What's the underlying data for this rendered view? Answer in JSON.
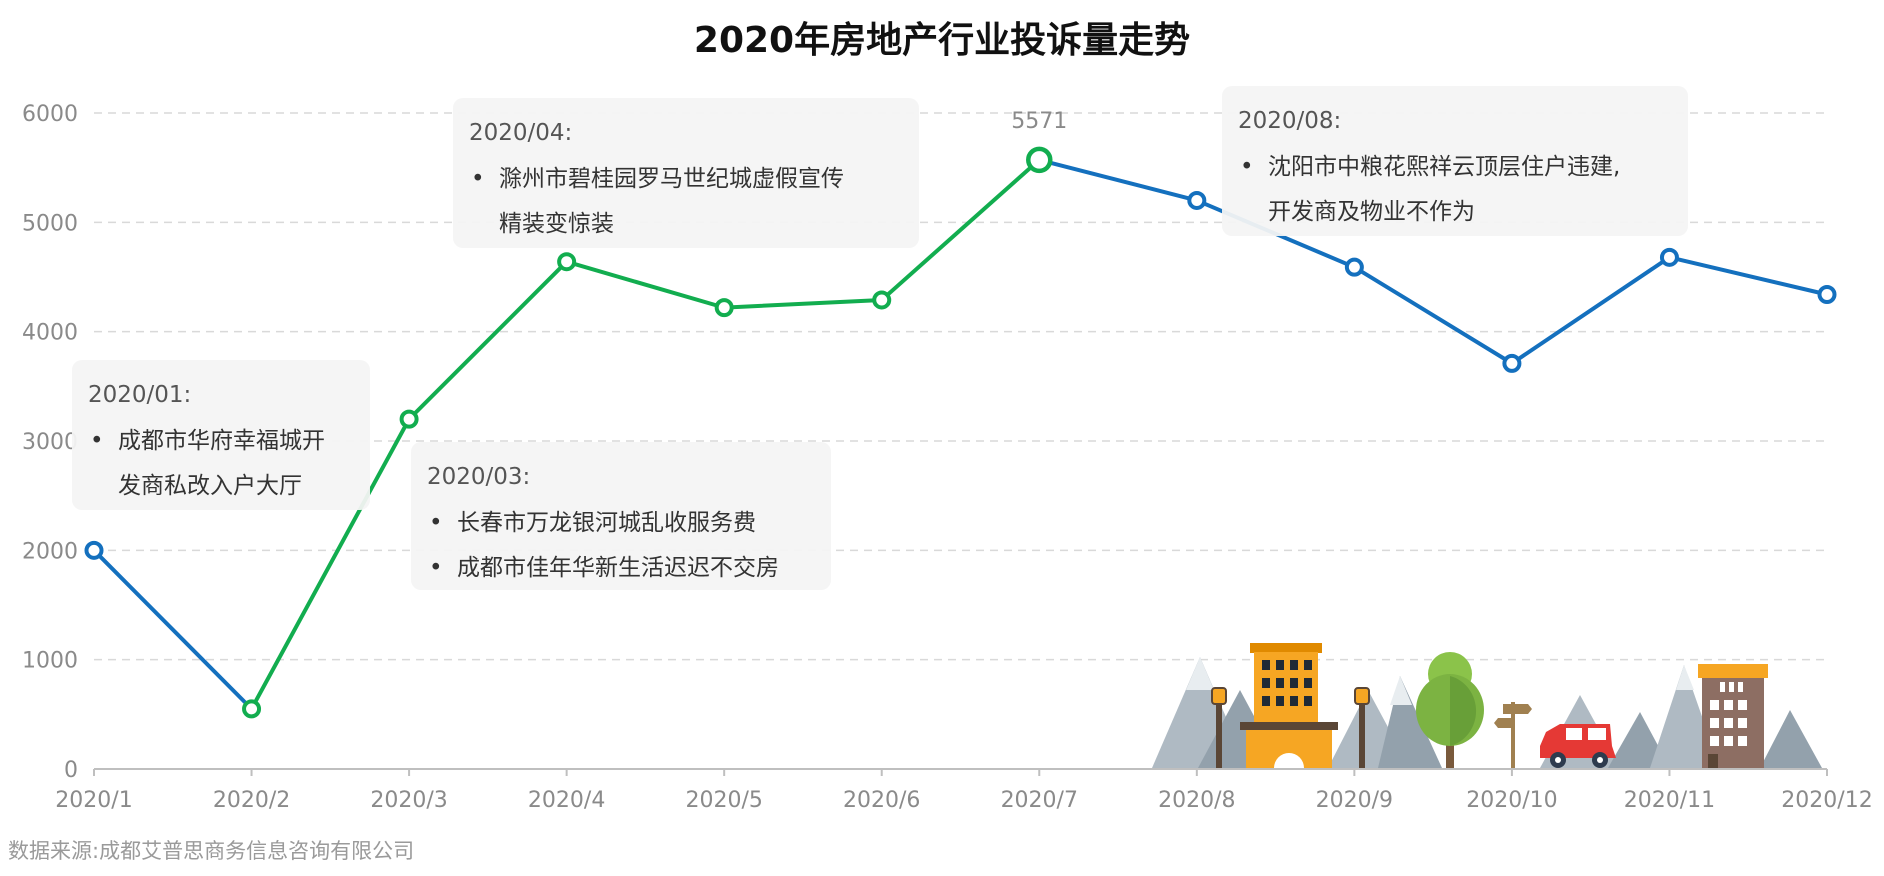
{
  "chart_data": {
    "type": "line",
    "title": "2020年房地产行业投诉量走势",
    "categories": [
      "2020/1",
      "2020/2",
      "2020/3",
      "2020/4",
      "2020/5",
      "2020/6",
      "2020/7",
      "2020/8",
      "2020/9",
      "2020/10",
      "2020/11",
      "2020/12"
    ],
    "values": [
      2000,
      550,
      3200,
      4640,
      4220,
      4290,
      5571,
      5200,
      4590,
      3710,
      4680,
      4340
    ],
    "highlight_range": [
      1,
      6
    ],
    "highlight_color": "#12AD4F",
    "base_color": "#1470BE",
    "ylim": [
      0,
      6000
    ],
    "yticks": [
      0,
      1000,
      2000,
      3000,
      4000,
      5000,
      6000
    ],
    "grid": true,
    "peak_label": {
      "index": 6,
      "text": "5571"
    },
    "annotations": [
      {
        "id": "jan",
        "date": "2020/01:",
        "items": [
          "成都市华府幸福城开",
          "发商私改入户大厅"
        ]
      },
      {
        "id": "mar",
        "date": "2020/03:",
        "items": [
          "长春市万龙银河城乱收服务费",
          "成都市佳年华新生活迟迟不交房"
        ]
      },
      {
        "id": "apr",
        "date": "2020/04:",
        "items": [
          "滁州市碧桂园罗马世纪城虚假宣传",
          "精装变惊装"
        ]
      },
      {
        "id": "aug",
        "date": "2020/08:",
        "items": [
          "沈阳市中粮花熙祥云顶层住户违建,",
          "开发商及物业不作为"
        ]
      }
    ]
  },
  "source": "数据来源:成都艾普思商务信息咨询有限公司",
  "colors": {
    "grid": "#D9D9D9",
    "axis": "#BFBFBF",
    "note_bg": "#F4F4F4"
  }
}
